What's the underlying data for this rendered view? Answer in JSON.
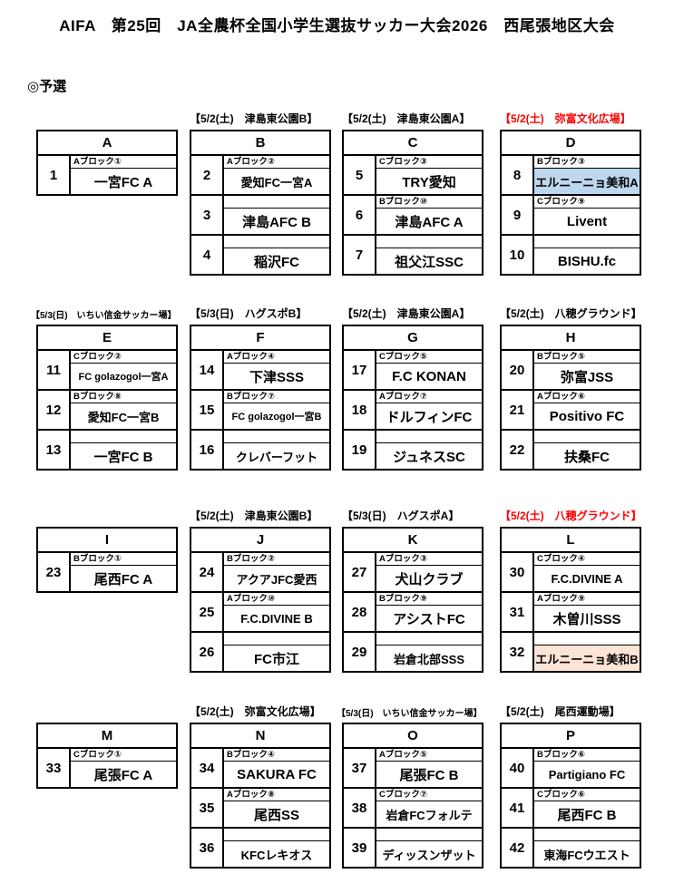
{
  "title": "AIFA　第25回　JA全農杯全国小学生選抜サッカー大会2026　西尾張地区大会",
  "section_heading": "◎予選",
  "colors": {
    "venue_highlight_red": "#ff0000",
    "team_highlight_blue": "#bdd7ee",
    "team_highlight_peach": "#fce4d6"
  },
  "groups": [
    {
      "letter": "A",
      "teams": [
        {
          "no": "1",
          "block": "Aブロック①",
          "name": "一宮FC A"
        }
      ]
    },
    {
      "letter": "B",
      "venue": "【5/2(土)　津島東公園B】",
      "teams": [
        {
          "no": "2",
          "block": "Aブロック②",
          "name": "愛知FC一宮A"
        },
        {
          "no": "3",
          "block": "",
          "name": "津島AFC B"
        },
        {
          "no": "4",
          "block": "",
          "name": "稲沢FC"
        }
      ]
    },
    {
      "letter": "C",
      "venue": "【5/2(土)　津島東公園A】",
      "teams": [
        {
          "no": "5",
          "block": "Cブロック③",
          "name": "TRY愛知"
        },
        {
          "no": "6",
          "block": "Bブロック⑩",
          "name": "津島AFC A"
        },
        {
          "no": "7",
          "block": "",
          "name": "祖父江SSC"
        }
      ]
    },
    {
      "letter": "D",
      "venue": "【5/2(土)　弥富文化広場】",
      "teams": [
        {
          "no": "8",
          "block": "Bブロック③",
          "name": "エルニーニョ美和A"
        },
        {
          "no": "9",
          "block": "Cブロック⑨",
          "name": "Livent"
        },
        {
          "no": "10",
          "block": "",
          "name": "BISHU.fc"
        }
      ]
    },
    {
      "letter": "E",
      "venue": "【5/3(日)　いちい信金サッカー場】",
      "teams": [
        {
          "no": "11",
          "block": "Cブロック②",
          "name": "FC golazogol一宮A"
        },
        {
          "no": "12",
          "block": "Bブロック⑧",
          "name": "愛知FC一宮B"
        },
        {
          "no": "13",
          "block": "",
          "name": "一宮FC B"
        }
      ]
    },
    {
      "letter": "F",
      "venue": "【5/3(日)　ハグスポB】",
      "teams": [
        {
          "no": "14",
          "block": "Aブロック④",
          "name": "下津SSS"
        },
        {
          "no": "15",
          "block": "Bブロック⑦",
          "name": "FC golazogol一宮B"
        },
        {
          "no": "16",
          "block": "",
          "name": "クレバーフット"
        }
      ]
    },
    {
      "letter": "G",
      "venue": "【5/2(土)　津島東公園A】",
      "teams": [
        {
          "no": "17",
          "block": "Cブロック⑤",
          "name": "F.C KONAN"
        },
        {
          "no": "18",
          "block": "Aブロック⑦",
          "name": "ドルフィンFC"
        },
        {
          "no": "19",
          "block": "",
          "name": "ジュネスSC"
        }
      ]
    },
    {
      "letter": "H",
      "venue": "【5/2(土)　八穂グラウンド】",
      "teams": [
        {
          "no": "20",
          "block": "Bブロック⑤",
          "name": "弥富JSS"
        },
        {
          "no": "21",
          "block": "Aブロック⑥",
          "name": "Positivo FC"
        },
        {
          "no": "22",
          "block": "",
          "name": "扶桑FC"
        }
      ]
    },
    {
      "letter": "I",
      "teams": [
        {
          "no": "23",
          "block": "Bブロック①",
          "name": "尾西FC A"
        }
      ]
    },
    {
      "letter": "J",
      "venue": "【5/2(土)　津島東公園B】",
      "teams": [
        {
          "no": "24",
          "block": "Bブロック②",
          "name": "アクアJFC愛西"
        },
        {
          "no": "25",
          "block": "Aブロック⑩",
          "name": "F.C.DIVINE B"
        },
        {
          "no": "26",
          "block": "",
          "name": "FC市江"
        }
      ]
    },
    {
      "letter": "K",
      "venue": "【5/3(日)　ハグスポA】",
      "teams": [
        {
          "no": "27",
          "block": "Aブロック③",
          "name": "犬山クラブ"
        },
        {
          "no": "28",
          "block": "Bブロック⑨",
          "name": "アシストFC"
        },
        {
          "no": "29",
          "block": "",
          "name": "岩倉北部SSS"
        }
      ]
    },
    {
      "letter": "L",
      "venue": "【5/2(土)　八穂グラウンド】",
      "teams": [
        {
          "no": "30",
          "block": "Cブロック④",
          "name": "F.C.DIVINE A"
        },
        {
          "no": "31",
          "block": "Aブロック⑨",
          "name": "木曽川SSS"
        },
        {
          "no": "32",
          "block": "",
          "name": "エルニーニョ美和B"
        }
      ]
    },
    {
      "letter": "M",
      "teams": [
        {
          "no": "33",
          "block": "Cブロック①",
          "name": "尾張FC A"
        }
      ]
    },
    {
      "letter": "N",
      "venue": "【5/2(土)　弥富文化広場】",
      "teams": [
        {
          "no": "34",
          "block": "Bブロック④",
          "name": "SAKURA FC"
        },
        {
          "no": "35",
          "block": "Aブロック⑧",
          "name": "尾西SS"
        },
        {
          "no": "36",
          "block": "",
          "name": "KFCレキオス"
        }
      ]
    },
    {
      "letter": "O",
      "venue": "【5/3(日)　いちい信金サッカー場】",
      "teams": [
        {
          "no": "37",
          "block": "Aブロック⑤",
          "name": "尾張FC B"
        },
        {
          "no": "38",
          "block": "Cブロック⑦",
          "name": "岩倉FCフォルテ"
        },
        {
          "no": "39",
          "block": "",
          "name": "ディッスンザット"
        }
      ]
    },
    {
      "letter": "P",
      "venue": "【5/2(土)　尾西運動場】",
      "teams": [
        {
          "no": "40",
          "block": "Bブロック⑥",
          "name": "Partigiano FC"
        },
        {
          "no": "41",
          "block": "Cブロック⑥",
          "name": "尾西FC B"
        },
        {
          "no": "42",
          "block": "",
          "name": "東海FCウエスト"
        }
      ]
    }
  ]
}
